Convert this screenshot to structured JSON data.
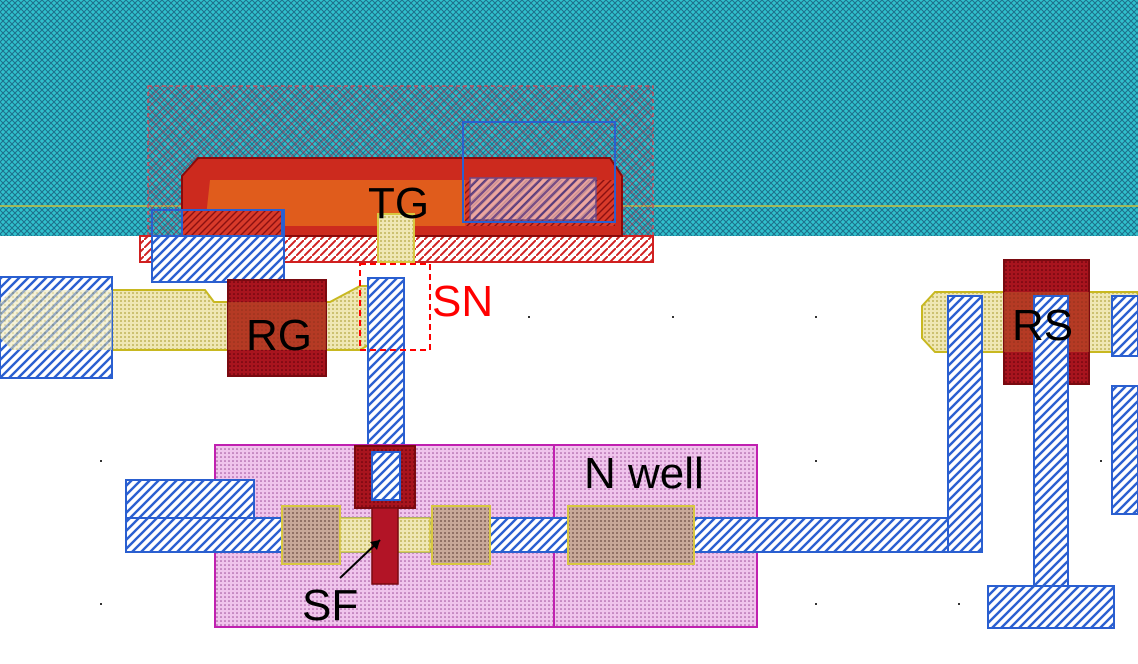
{
  "labels": {
    "tg": "TG",
    "sn": "SN",
    "rg": "RG",
    "rs": "RS",
    "nwell": "N well",
    "sf": "SF"
  },
  "colors": {
    "photodiode": "#26b6c6",
    "poly_red": "#c8281e",
    "metal_blue": "#2a5fd0",
    "diffusion_yellow": "#d8cc30",
    "nwell_magenta": "#c020b0",
    "annotation_red": "#ff0000"
  }
}
